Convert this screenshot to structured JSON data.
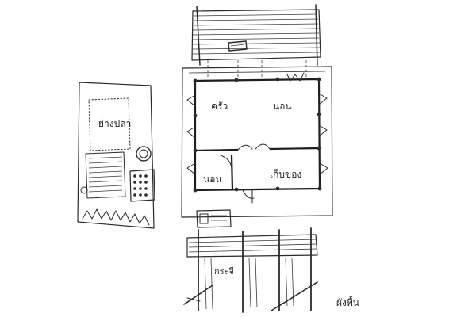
{
  "labels": {
    "kitchen": "ครัว",
    "bedroom_top": "นอน",
    "storage": "เก็บของ",
    "bedroom_bottom": "นอน",
    "rice_drying": "ย่างปลา",
    "terrace": "กระจี",
    "legend": "ผังพื้น"
  }
}
